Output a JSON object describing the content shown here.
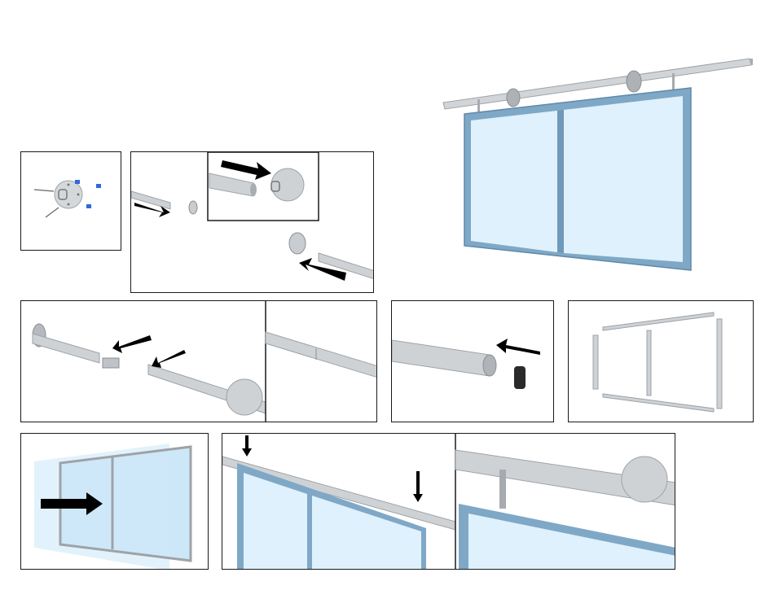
{
  "document": {
    "kind": "assembly-instructions",
    "text": []
  },
  "colors": {
    "glass": "#d8eefb",
    "frame": "#7fa8c6",
    "frame_dark": "#5f89aa",
    "aluminium": "#c9ccd0",
    "aluminium_dark": "#9ea3a8",
    "arrow": "#000000",
    "screw_blue": "#2e6bd6",
    "border": "#1a1a1a"
  },
  "steps": [
    {
      "id": "hero",
      "icon": "assembled-display-icon"
    },
    {
      "id": "step-1",
      "icon": "wall-bracket-screws-icon"
    },
    {
      "id": "step-2",
      "icon": "insert-rail-into-bracket-icon"
    },
    {
      "id": "step-3",
      "icon": "join-rail-connector-icon"
    },
    {
      "id": "step-4",
      "icon": "rail-end-cap-icon"
    },
    {
      "id": "step-5",
      "icon": "frame-parts-icon"
    },
    {
      "id": "step-6",
      "icon": "insert-glass-panel-icon"
    },
    {
      "id": "step-7",
      "icon": "hang-frame-on-rail-icon"
    }
  ]
}
